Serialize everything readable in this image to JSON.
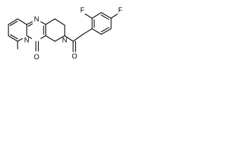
{
  "atom_labels": {
    "F_top": "F",
    "F_left": "F",
    "N_pyrimidine": "N",
    "N_bridgehead": "N",
    "N_piperidine": "N",
    "O_ketone": "O",
    "O_amide": "O"
  }
}
